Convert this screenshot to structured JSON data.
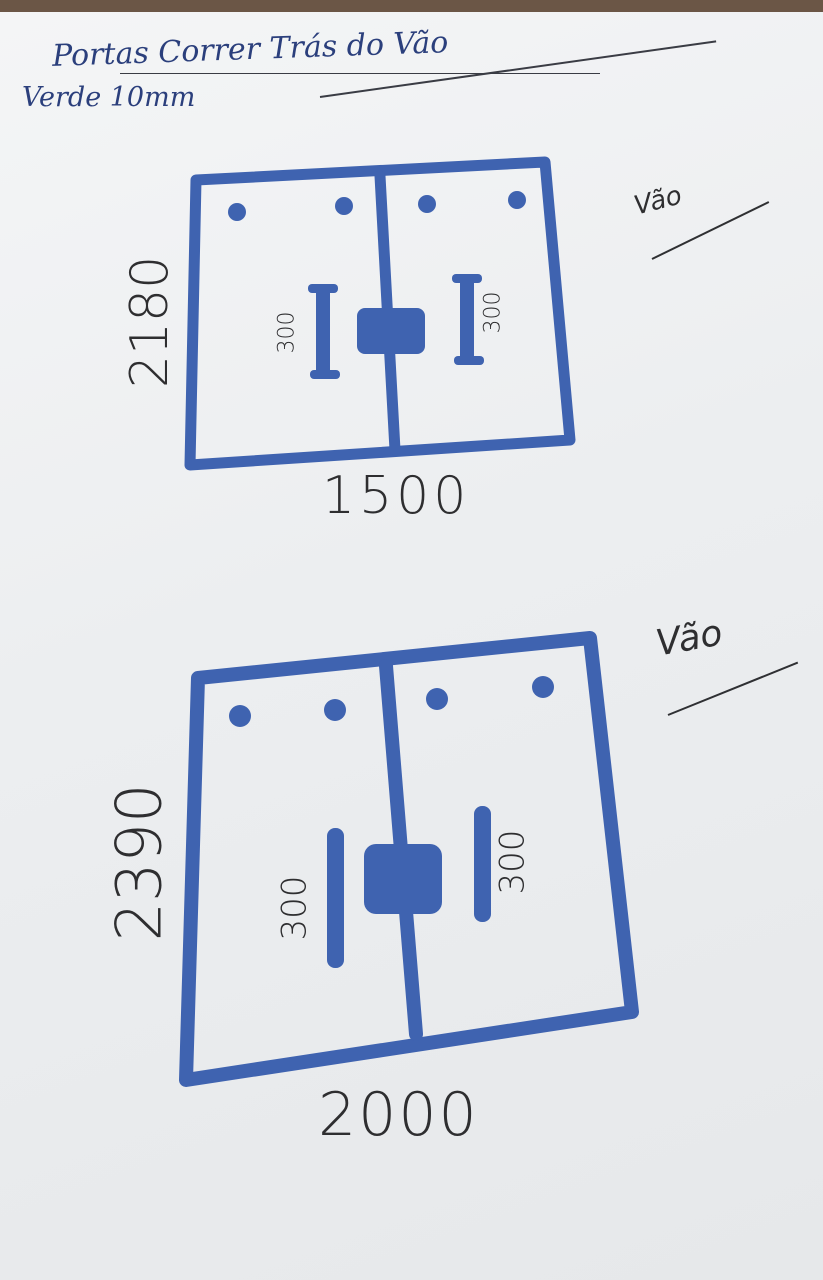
{
  "header": {
    "title": "Portas Correr Trás do Vão",
    "subtitle": "Verde 10mm"
  },
  "drawing_top": {
    "height_label": "2180",
    "width_label": "1500",
    "handle_left_label": "300",
    "handle_right_label": "300",
    "side_note": "Vão"
  },
  "drawing_bottom": {
    "height_label": "2390",
    "width_label": "2000",
    "handle_left_label": "300",
    "handle_right_label": "300",
    "side_note": "Vão"
  },
  "colors": {
    "marker_blue": "#3f63b0",
    "pencil": "#2e2e30",
    "paper": "#eef0f2",
    "table": "#6b5646"
  }
}
